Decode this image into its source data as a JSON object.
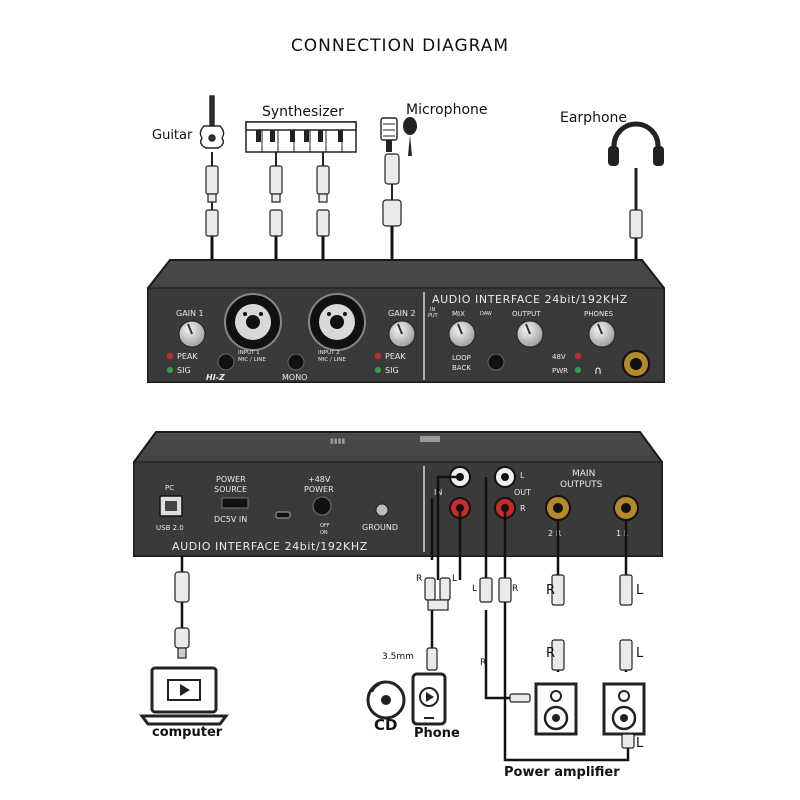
{
  "title": "CONNECTION DIAGRAM",
  "sources": {
    "guitar": "Guitar",
    "synthesizer": "Synthesizer",
    "microphone": "Microphone",
    "earphone": "Earphone"
  },
  "front_panel": {
    "model": "AUDIO INTERFACE 24bit/192KHZ",
    "gain1": "GAIN 1",
    "gain2": "GAIN 2",
    "peak": "PEAK",
    "sig": "SIG",
    "input1": "INPUT 1",
    "input2": "INPUT 2",
    "mic_line": "MIC / LINE",
    "hiz": "HI-Z",
    "mono": "MONO",
    "mix_in": "IN",
    "mix_put": "PUT",
    "mix": "MIX",
    "mix_daw": "DAW",
    "output": "OUTPUT",
    "phones": "PHONES",
    "loop": "LOOP",
    "back": "BACK",
    "v48": "48V",
    "pwr": "PWR"
  },
  "back_panel": {
    "pc": "PC",
    "usb": "USB 2.0",
    "power_source": "POWER",
    "source": "SOURCE",
    "dc5v": "DC5V IN",
    "p48": "+48V",
    "power": "POWER",
    "off": "OFF",
    "on": "ON",
    "ground": "GROUND",
    "in": "IN",
    "out": "OUT",
    "l": "L",
    "r": "R",
    "main": "MAIN",
    "outputs": "OUTPUTS",
    "two_r": "2 R",
    "one_l": "1 L",
    "model": "AUDIO INTERFACE 24bit/192KHZ"
  },
  "bottom": {
    "computer": "computer",
    "mm35": "3.5mm",
    "cd": "CD",
    "phone": "Phone",
    "power_amp": "Power amplifier",
    "r": "R",
    "l": "L"
  }
}
